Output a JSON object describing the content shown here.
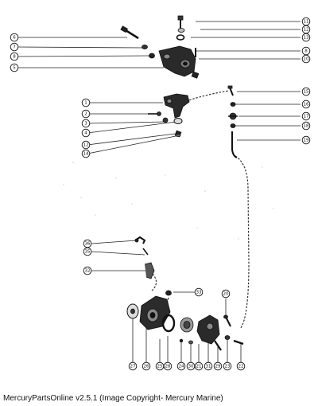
{
  "footer": {
    "caption": "MercuryPartsOnline v2.5.1 (Image Copyright- Mercury Marine)"
  },
  "callouts": [
    {
      "num": "1"
    },
    {
      "num": "2"
    },
    {
      "num": "3"
    },
    {
      "num": "4"
    },
    {
      "num": "5"
    },
    {
      "num": "6"
    },
    {
      "num": "7"
    },
    {
      "num": "8"
    },
    {
      "num": "8"
    },
    {
      "num": "10"
    },
    {
      "num": "11"
    },
    {
      "num": "12"
    },
    {
      "num": "12"
    },
    {
      "num": "13"
    },
    {
      "num": "14"
    },
    {
      "num": "15"
    },
    {
      "num": "16"
    },
    {
      "num": "17"
    },
    {
      "num": "18"
    },
    {
      "num": "19"
    },
    {
      "num": "20"
    },
    {
      "num": "21"
    },
    {
      "num": "22"
    },
    {
      "num": "23"
    },
    {
      "num": "24"
    },
    {
      "num": "25"
    },
    {
      "num": "26"
    },
    {
      "num": "27"
    },
    {
      "num": "28"
    },
    {
      "num": "29"
    },
    {
      "num": "30"
    },
    {
      "num": "31"
    },
    {
      "num": "32"
    },
    {
      "num": "33"
    },
    {
      "num": "35"
    },
    {
      "num": "36"
    }
  ]
}
